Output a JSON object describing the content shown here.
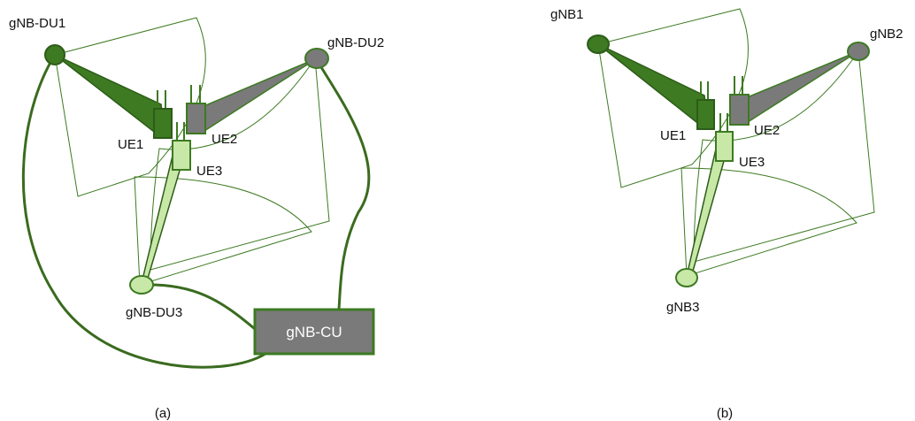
{
  "colors": {
    "dark_green": "#3d7a22",
    "gray": "#7a7a7a",
    "light_green": "#c8e8a8",
    "link_green": "#3a6b1f"
  },
  "panel_a": {
    "caption": "(a)",
    "du1_label": "gNB-DU1",
    "du2_label": "gNB-DU2",
    "du3_label": "gNB-DU3",
    "cu_label": "gNB-CU",
    "ue1_label": "UE1",
    "ue2_label": "UE2",
    "ue3_label": "UE3"
  },
  "panel_b": {
    "caption": "(b)",
    "gnb1_label": "gNB1",
    "gnb2_label": "gNB2",
    "gnb3_label": "gNB3",
    "ue1_label": "UE1",
    "ue2_label": "UE2",
    "ue3_label": "UE3"
  }
}
